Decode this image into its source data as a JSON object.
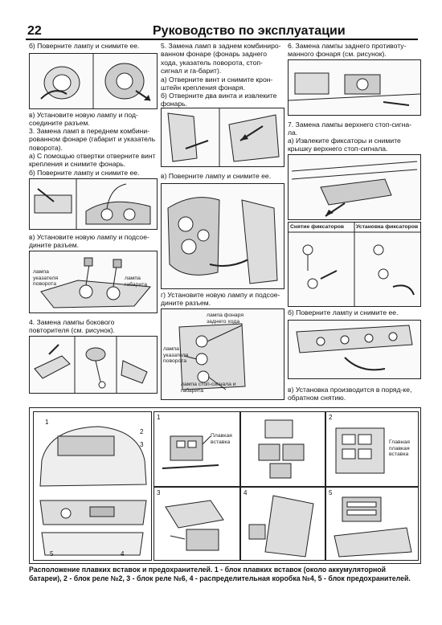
{
  "header": {
    "page_number": "22",
    "title": "Руководство по эксплуатации"
  },
  "col1": {
    "t1": "б) Поверните лампу и снимите ее.",
    "t2": "в) Установите новую лампу и под-соедините разъем.",
    "t3": "3. Замена ламп в переднем комбини-рованном фонаре (габарит и указатель поворота).",
    "t4": "а) С помощью отвертки отверните винт крепления и снимите фонарь.",
    "t5": "б) Поверните лампу и снимите ее.",
    "t6": "в) Установите новую лампу и подсое-дините разъем.",
    "label_turn": "лампа указателя поворота",
    "label_parking": "лампа габарита",
    "t7": "4. Замена лампы бокового повторителя (см. рисунок)."
  },
  "col2": {
    "t1": "5. Замена ламп в заднем комбиниро-ванном фонаре (фонарь заднего хода, указатель поворота, стоп-сигнал и га-барит).",
    "t2": "а) Отверните винт и снимите крон-штейн крепления фонаря.",
    "t3": "б) Отверните два винта и извлеките фонарь.",
    "t4": "в) Поверните лампу и снимите ее.",
    "t5": "г) Установите новую лампу и подсое-дините разъем.",
    "label_reverse": "лампа фонаря заднего хода",
    "label_turn": "лампа указателя поворота",
    "label_stop": "лампа стоп-сигнала и габарита"
  },
  "col3": {
    "t1": "6. Замена лампы заднего противоту-манного фонаря (см. рисунок).",
    "t2": "7. Замена лампы верхнего стоп-сигна-ла.",
    "t3": "а) Извлеките фиксаторы и снимите крышку верхнего стоп-сигнала.",
    "label_removal": "Снятие фиксаторов",
    "label_install": "Установка фиксаторов",
    "t4": "б) Поверните лампу и снимите ее.",
    "t5": "в) Установка производится в поряд-ке, обратном снятию."
  },
  "fuse": {
    "n1": "1",
    "n2": "2",
    "n3": "3",
    "n4": "4",
    "n5": "5",
    "label_fusible": "Плавкая вставка",
    "label_main": "Главная плавкая вставка"
  },
  "caption": "Расположение плавких вставок и предохранителей. 1 - блок плавких вставок (около аккумуляторной батареи), 2 - блок реле №2, 3 - блок реле №6, 4 - распределительная коробка №4, 5 - блок предохранителей."
}
